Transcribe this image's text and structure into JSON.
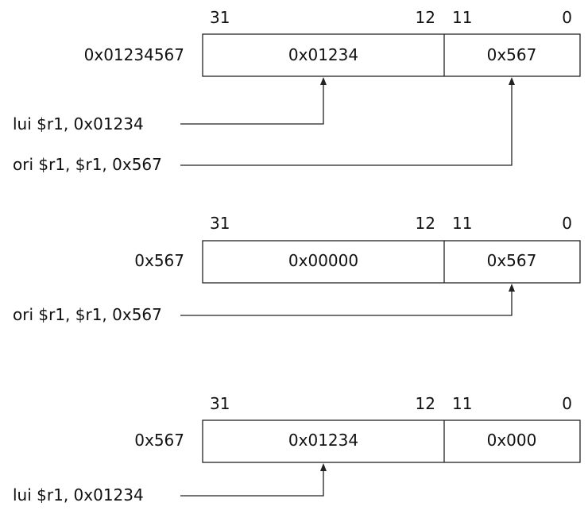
{
  "diagrams": [
    {
      "value_label": "0x01234567",
      "bit_labels": {
        "msb": "31",
        "upper_lo": "12",
        "lower_hi": "11",
        "lsb": "0"
      },
      "upper_field": "0x01234",
      "lower_field": "0x567",
      "instructions": [
        {
          "text": "lui $r1, 0x01234",
          "target": "upper"
        },
        {
          "text": "ori $r1, $r1, 0x567",
          "target": "lower"
        }
      ]
    },
    {
      "value_label": "0x567",
      "bit_labels": {
        "msb": "31",
        "upper_lo": "12",
        "lower_hi": "11",
        "lsb": "0"
      },
      "upper_field": "0x00000",
      "lower_field": "0x567",
      "instructions": [
        {
          "text": "ori $r1, $r1, 0x567",
          "target": "lower"
        }
      ]
    },
    {
      "value_label": "0x567",
      "bit_labels": {
        "msb": "31",
        "upper_lo": "12",
        "lower_hi": "11",
        "lsb": "0"
      },
      "upper_field": "0x01234",
      "lower_field": "0x000",
      "instructions": [
        {
          "text": "lui $r1, 0x01234",
          "target": "upper"
        }
      ]
    }
  ]
}
